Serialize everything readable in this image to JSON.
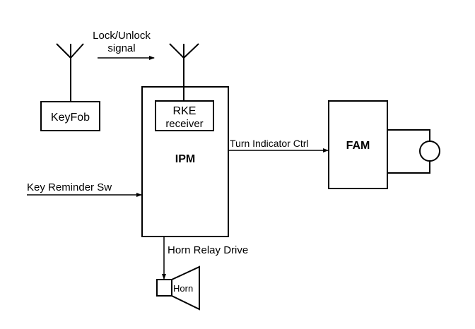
{
  "diagram": {
    "type": "block-diagram",
    "colors": {
      "line": "#000000",
      "background": "#ffffff"
    },
    "nodes": {
      "keyfob": {
        "label": "KeyFob"
      },
      "rke": {
        "line1": "RKE",
        "line2": "receiver"
      },
      "ipm": {
        "label": "IPM"
      },
      "fam": {
        "label": "FAM"
      },
      "horn": {
        "label": "Horn"
      }
    },
    "signals": {
      "lock_unlock_line1": "Lock/Unlock",
      "lock_unlock_line2": "signal",
      "turn_indicator": "Turn Indicator Ctrl",
      "key_reminder": "Key Reminder Sw",
      "horn_relay": "Horn Relay Drive"
    },
    "icons": {
      "antenna": "antenna-icon",
      "lamp": "lamp-icon",
      "horn": "horn-icon"
    }
  }
}
